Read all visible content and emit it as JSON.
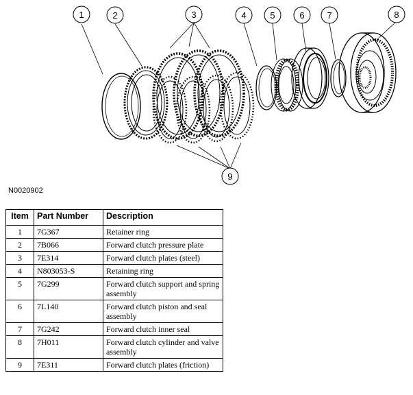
{
  "figure": {
    "id": "N0020902",
    "callouts": [
      "1",
      "2",
      "3",
      "4",
      "5",
      "6",
      "7",
      "8",
      "9"
    ]
  },
  "table": {
    "headers": {
      "item": "Item",
      "part_number": "Part Number",
      "description": "Description"
    },
    "rows": [
      {
        "item": "1",
        "part_number": "7G367",
        "description": "Retainer ring"
      },
      {
        "item": "2",
        "part_number": "7B066",
        "description": "Forward clutch pressure plate"
      },
      {
        "item": "3",
        "part_number": "7E314",
        "description": "Forward clutch plates (steel)"
      },
      {
        "item": "4",
        "part_number": "N803053-S",
        "description": "Retaining ring"
      },
      {
        "item": "5",
        "part_number": "7G299",
        "description": "Forward clutch support and spring assembly"
      },
      {
        "item": "6",
        "part_number": "7L140",
        "description": "Forward clutch piston and seal assembly"
      },
      {
        "item": "7",
        "part_number": "7G242",
        "description": "Forward clutch inner seal"
      },
      {
        "item": "8",
        "part_number": "7H011",
        "description": "Forward clutch cylinder and valve assembly"
      },
      {
        "item": "9",
        "part_number": "7E311",
        "description": "Forward clutch plates (friction)"
      }
    ]
  }
}
